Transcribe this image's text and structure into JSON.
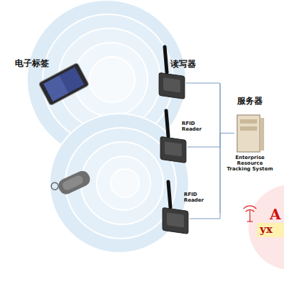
{
  "diagram": {
    "nodes": [
      {
        "text": [
          "电子标签"
        ]
      },
      {
        "text": [
          "读写器"
        ]
      },
      {
        "text": [
          "RFID Reader"
        ]
      },
      {
        "text": [
          "RFID Reader"
        ]
      },
      {
        "text": [
          "服务器",
          "Enterprise Resource Tracking System"
        ]
      }
    ],
    "edges": [
      {
        "from": 1,
        "to": 4,
        "arrow": "none"
      },
      {
        "from": 2,
        "to": 4,
        "arrow": "none"
      },
      {
        "from": 3,
        "to": 4,
        "arrow": "none"
      }
    ],
    "labels": [
      "A",
      "yx"
    ]
  }
}
